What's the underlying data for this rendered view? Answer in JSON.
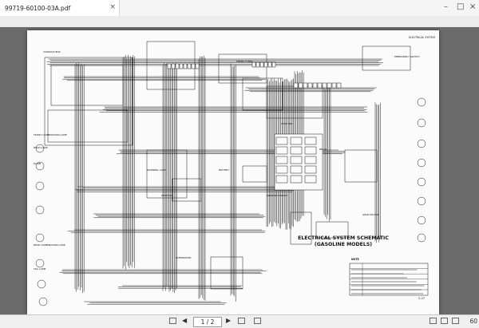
{
  "app": {
    "tab_title": "99719-60100-03A.pdf",
    "close_glyph": "×"
  },
  "window": {
    "minimize": "–",
    "maximize": "□",
    "close": "×"
  },
  "page": {
    "title_line1": "ELECTRICAL SYSTEM SCHEMATIC",
    "title_line2": "(GASOLINE MODELS)",
    "corner_label": "ELECTRICAL SYSTEM",
    "page_number": "2-27",
    "labels": {
      "console_box": "CONSOLE BOX",
      "front_combination_lamp": "FRONT COMBINATION LAMP",
      "head_lamp": "HEAD LAMP",
      "horn": "HORN",
      "warning_lamp": "WARNING LAMP",
      "rear_combination_lamp": "REAR COMBINATION LAMP",
      "meter_panel": "METER PANEL",
      "battery": "BATTERY",
      "starter": "STARTER",
      "alternator": "ALTERNATOR",
      "emergency_switch": "EMERGENCY SWITCH",
      "ignition_switch": "IGNITION SWITCH",
      "fuse_box": "FUSE BOX",
      "relay": "RELAY",
      "gear_motor": "GEAR MOTOR",
      "tail_lamp": "TAIL LAMP"
    },
    "notes_header": "NOTE"
  },
  "statusbar": {
    "page_indicator": "1 / 2",
    "zoom": "60"
  },
  "icons": {
    "first": "first-page-icon",
    "prev": "prev-page-icon",
    "next": "next-page-icon",
    "last": "last-page-icon"
  }
}
